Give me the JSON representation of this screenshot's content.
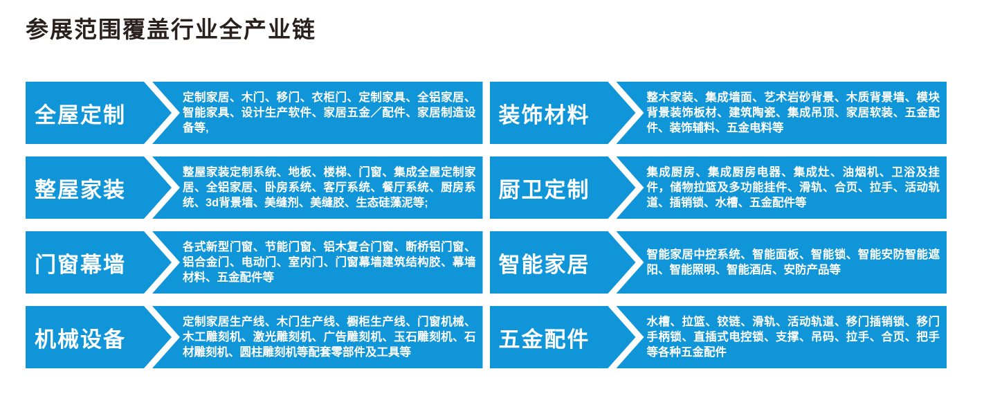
{
  "page": {
    "title": "参展范围覆盖行业全产业链"
  },
  "colors": {
    "accent_blue": "#1096d8",
    "title_text": "#2a211e",
    "text_on_blue": "#ffffff",
    "background": "#ffffff"
  },
  "categories": [
    {
      "label": "全屋定制",
      "items": "定制家居、木门、移门、衣柜门、定制家具、全铝家居、智能家具、设计生产软件、家居五金／配件、家居制造设备等,"
    },
    {
      "label": "装饰材料",
      "items": "整木家装、集成墙面、艺术岩砂背景、木质背景墙、模块背景装饰板材、建筑陶瓷、集成吊顶、家居软装、五金配件、装饰辅料、五金电料等"
    },
    {
      "label": "整屋家装",
      "items": "整屋家装定制系统、地板、楼梯、门窗、集成全屋定制家居、全铝家居、卧房系统、客厅系统、餐厅系统、厨房系统、3d背景墙、美缝剂、美缝胶、生态硅藻泥等;"
    },
    {
      "label": "厨卫定制",
      "items": "集成厨房、集成厨房电器、集成灶、油烟机、卫浴及挂件，储物拉篮及多功能挂件、滑轨、合页、拉手、活动轨道、插销锁、水槽、五金配件等"
    },
    {
      "label": "门窗幕墙",
      "items": "各式新型门窗、节能门窗、铝木复合门窗、断桥铝门窗、铝合金门、电动门、室内门、门窗幕墙建筑结构胶、幕墙材料、五金配件等"
    },
    {
      "label": "智能家居",
      "items": "智能家居中控系统、智能面板、智能锁、智能安防智能遮阳、智能照明、智能酒店、安防产品等"
    },
    {
      "label": "机械设备",
      "items": "定制家居生产线、木门生产线、橱柜生产线、门窗机械、木工雕刻机、激光雕刻机、广告雕刻机、玉石雕刻机、石材雕刻机、圆柱雕刻机等配套零部件及工具等"
    },
    {
      "label": "五金配件",
      "items": "水槽、拉篮、铰链、滑轨、活动轨道、移门插销锁、移门手柄锁、直插式电控锁、支撑、吊码、拉手、合页、把手等各种五金配件"
    }
  ]
}
